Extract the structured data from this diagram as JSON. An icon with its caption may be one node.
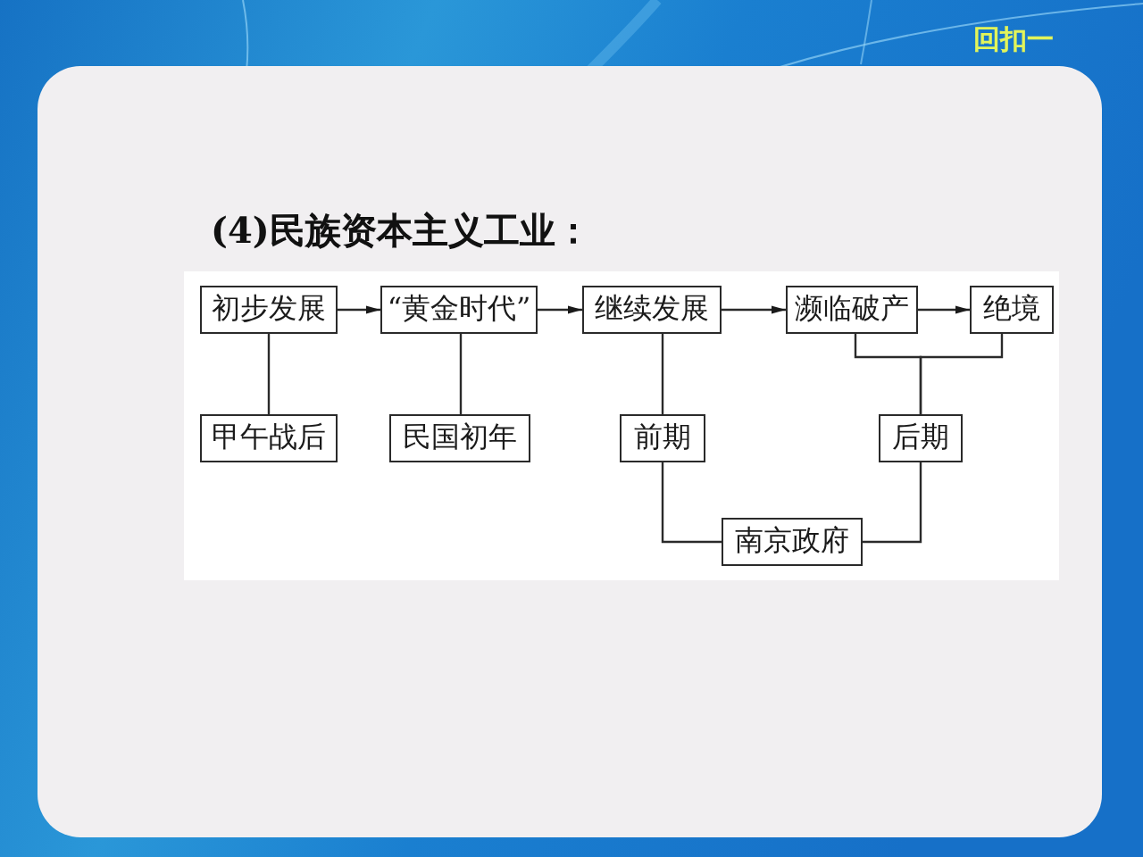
{
  "diagram": {
    "title": "(4)民族资本主义工业：",
    "nodes": [
      {
        "text": [
          "初步发展"
        ]
      },
      {
        "text": [
          "“黄金时代”"
        ]
      },
      {
        "text": [
          "继续发展"
        ]
      },
      {
        "text": [
          "濒临破产"
        ]
      },
      {
        "text": [
          "绝境"
        ]
      },
      {
        "text": [
          "甲午战后"
        ]
      },
      {
        "text": [
          "民国初年"
        ]
      },
      {
        "text": [
          "前期"
        ]
      },
      {
        "text": [
          "后期"
        ]
      },
      {
        "text": [
          "南京政府"
        ]
      }
    ],
    "edges": [
      {
        "from": 0,
        "to": 1,
        "arrow": "to"
      },
      {
        "from": 1,
        "to": 2,
        "arrow": "to"
      },
      {
        "from": 2,
        "to": 3,
        "arrow": "to"
      },
      {
        "from": 3,
        "to": 4,
        "arrow": "to"
      },
      {
        "from": 0,
        "to": 5,
        "arrow": "none"
      },
      {
        "from": 1,
        "to": 6,
        "arrow": "none"
      },
      {
        "from": 2,
        "to": 7,
        "arrow": "none"
      },
      {
        "from": 3,
        "to": 8,
        "arrow": "none"
      },
      {
        "from": 4,
        "to": 8,
        "arrow": "none"
      },
      {
        "from": 7,
        "to": 9,
        "arrow": "none"
      },
      {
        "from": 8,
        "to": 9,
        "arrow": "none"
      }
    ],
    "labels": [
      "回扣一"
    ]
  }
}
